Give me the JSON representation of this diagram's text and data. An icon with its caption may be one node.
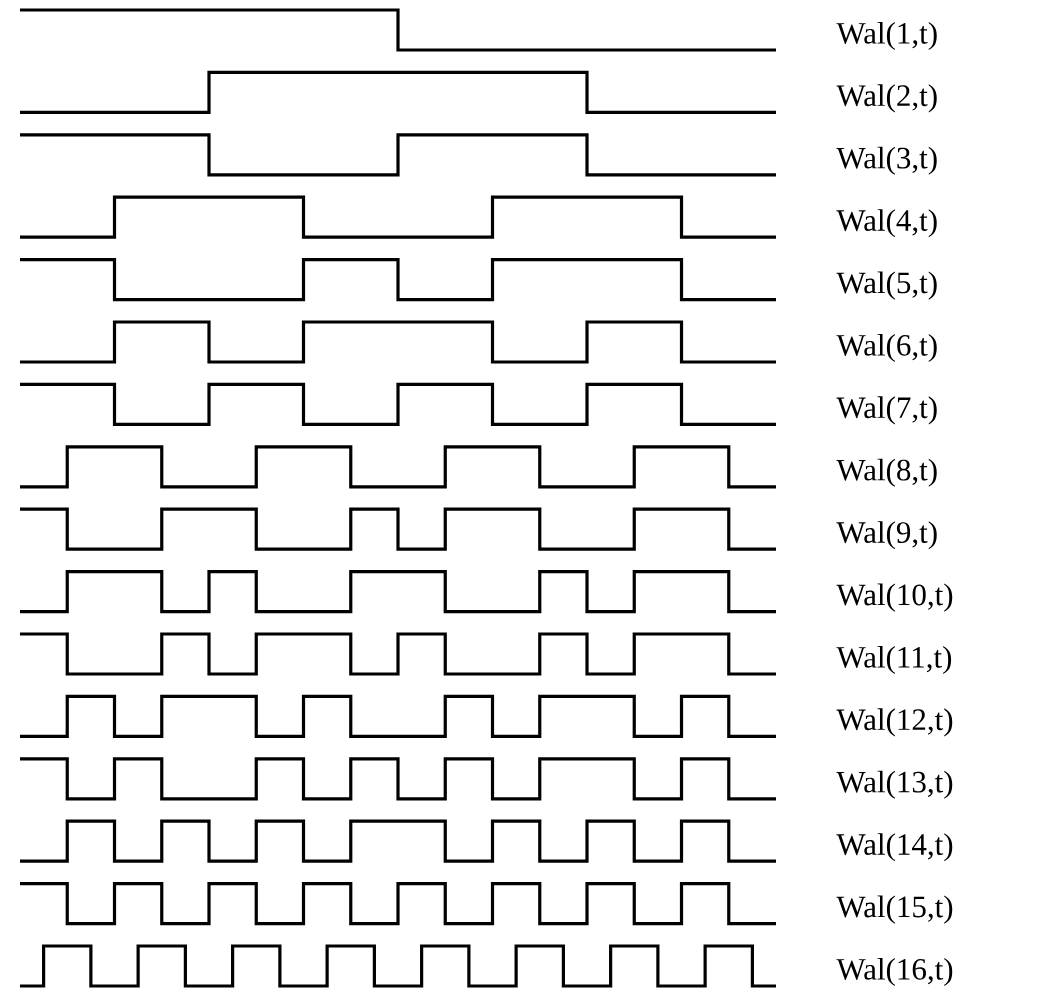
{
  "diagram": {
    "labels": [
      "Wal(1,t)",
      "Wal(2,t)",
      "Wal(3,t)",
      "Wal(4,t)",
      "Wal(5,t)",
      "Wal(6,t)",
      "Wal(7,t)",
      "Wal(8,t)",
      "Wal(9,t)",
      "Wal(10,t)",
      "Wal(11,t)",
      "Wal(12,t)",
      "Wal(13,t)",
      "Wal(14,t)",
      "Wal(15,t)",
      "Wal(16,t)"
    ]
  }
}
